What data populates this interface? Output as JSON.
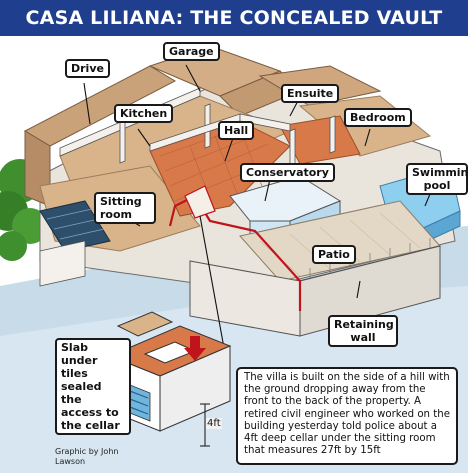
{
  "title": "CASA LILIANA: THE CONCEALED VAULT",
  "labels": {
    "drive": "Drive",
    "garage": "Garage",
    "kitchen": "Kitchen",
    "ensuite": "Ensuite",
    "hall": "Hall",
    "bedroom": "Bedroom",
    "conservatory": "Conservatory",
    "sitting_room": "Sitting room",
    "swimming_pool": "Swimming pool",
    "patio": "Patio",
    "retaining_wall": "Retaining wall",
    "slab": "Slab under tiles sealed the access to the cellar"
  },
  "description": "The villa is built on the side of a hill with the ground dropping away from the front to the back of the property. A retired civil engineer who worked on the building yesterday told police about a 4ft deep cellar under the sitting room that measures 27ft by 15ft",
  "dimension": "4ft",
  "credit": "Graphic by John Lawson",
  "colors": {
    "title_bar": "#1f3e8e",
    "floor_tile": "#d8794a",
    "floor_wood": "#d9b48a",
    "wall": "#f4f1ec",
    "roof": "#c9a27a",
    "pool": "#8ecff0",
    "foliage": "#3f8f2e",
    "ground": "#c8dbe8",
    "vault_outline": "#c0141c"
  }
}
